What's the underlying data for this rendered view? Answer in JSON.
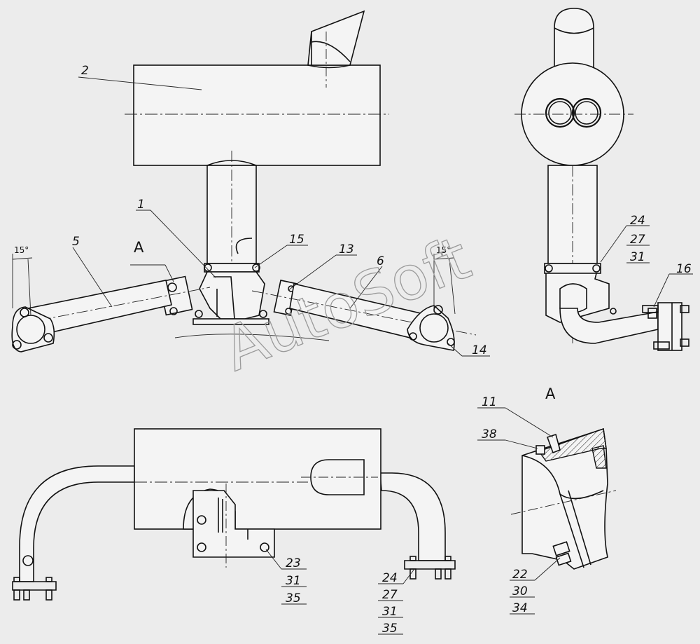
{
  "watermark": "AutoSoft",
  "view_label": "A",
  "angles": {
    "left": "15°",
    "right": "15°"
  },
  "callouts": {
    "c1": "1",
    "c2": "2",
    "c5": "5",
    "c6": "6",
    "c13": "13",
    "c14": "14",
    "c15": "15",
    "c16": "16",
    "c11": "11",
    "c38": "38"
  },
  "stacks": {
    "side_view": [
      "24",
      "27",
      "31"
    ],
    "bottom_center": [
      "23",
      "31",
      "35"
    ],
    "bottom_right": [
      "24",
      "27",
      "31",
      "35"
    ],
    "detail_a": [
      "22",
      "30",
      "34"
    ]
  }
}
